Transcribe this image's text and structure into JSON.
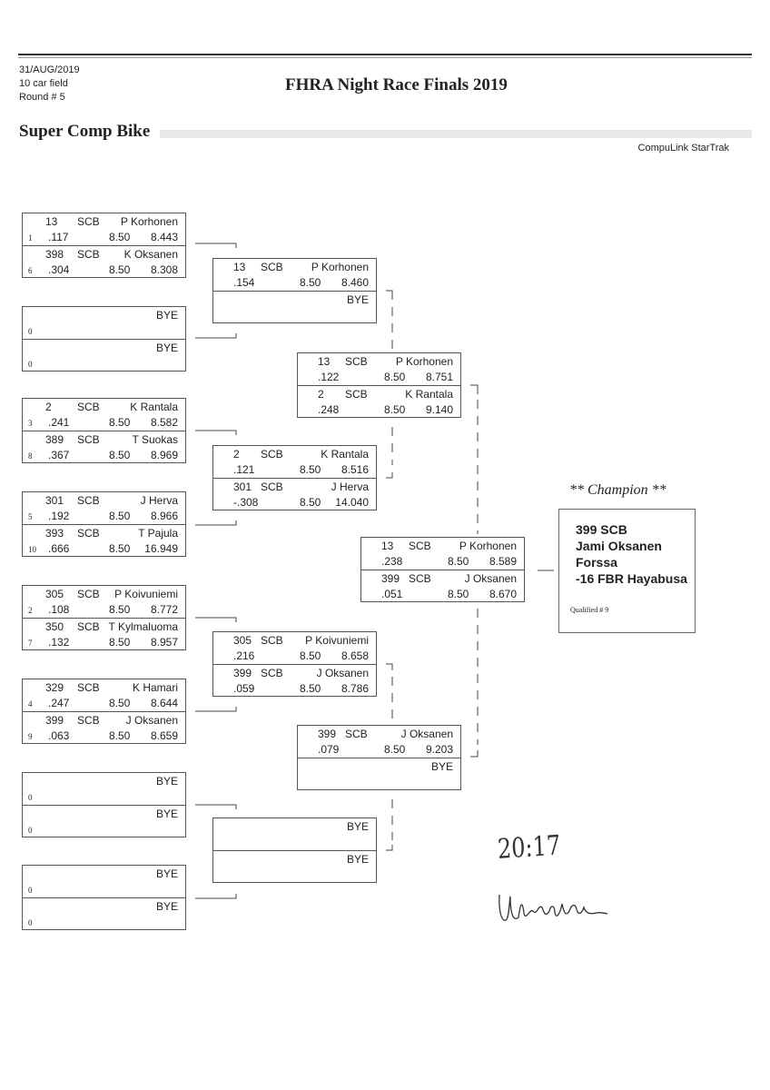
{
  "header": {
    "date": "31/AUG/2019",
    "field": "10 car field",
    "round": "Round # 5",
    "title": "FHRA Night Race Finals 2019",
    "class_name": "Super Comp Bike",
    "software": "CompuLink StarTrak"
  },
  "rounds": [
    {
      "name": "round-1",
      "matches": [
        {
          "top": {
            "car": "13",
            "cls": "SCB",
            "name": "P Korhonen",
            "seed": "1",
            "rt": ".117",
            "dial": "8.50",
            "et": "8.443"
          },
          "bot": {
            "car": "398",
            "cls": "SCB",
            "name": "K Oksanen",
            "seed": "6",
            "rt": ".304",
            "dial": "8.50",
            "et": "8.308"
          }
        },
        {
          "top": {
            "name": "BYE",
            "seed": "0"
          },
          "bot": {
            "name": "BYE",
            "seed": "0"
          }
        },
        {
          "top": {
            "car": "2",
            "cls": "SCB",
            "name": "K Rantala",
            "seed": "3",
            "rt": ".241",
            "dial": "8.50",
            "et": "8.582"
          },
          "bot": {
            "car": "389",
            "cls": "SCB",
            "name": "T Suokas",
            "seed": "8",
            "rt": ".367",
            "dial": "8.50",
            "et": "8.969"
          }
        },
        {
          "top": {
            "car": "301",
            "cls": "SCB",
            "name": "J Herva",
            "seed": "5",
            "rt": ".192",
            "dial": "8.50",
            "et": "8.966"
          },
          "bot": {
            "car": "393",
            "cls": "SCB",
            "name": "T Pajula",
            "seed": "10",
            "rt": ".666",
            "dial": "8.50",
            "et": "16.949"
          }
        },
        {
          "top": {
            "car": "305",
            "cls": "SCB",
            "name": "P Koivuniemi",
            "seed": "2",
            "rt": ".108",
            "dial": "8.50",
            "et": "8.772"
          },
          "bot": {
            "car": "350",
            "cls": "SCB",
            "name": "T Kylmaluoma",
            "seed": "7",
            "rt": ".132",
            "dial": "8.50",
            "et": "8.957"
          }
        },
        {
          "top": {
            "car": "329",
            "cls": "SCB",
            "name": "K Hamari",
            "seed": "4",
            "rt": ".247",
            "dial": "8.50",
            "et": "8.644"
          },
          "bot": {
            "car": "399",
            "cls": "SCB",
            "name": "J Oksanen",
            "seed": "9",
            "rt": ".063",
            "dial": "8.50",
            "et": "8.659"
          }
        },
        {
          "top": {
            "name": "BYE",
            "seed": "0"
          },
          "bot": {
            "name": "BYE",
            "seed": "0"
          }
        },
        {
          "top": {
            "name": "BYE",
            "seed": "0"
          },
          "bot": {
            "name": "BYE",
            "seed": "0"
          }
        }
      ]
    },
    {
      "name": "round-2",
      "matches": [
        {
          "top": {
            "car": "13",
            "cls": "SCB",
            "name": "P Korhonen",
            "rt": ".154",
            "dial": "8.50",
            "et": "8.460"
          },
          "bot": {
            "name": "BYE"
          }
        },
        {
          "top": {
            "car": "2",
            "cls": "SCB",
            "name": "K Rantala",
            "rt": ".121",
            "dial": "8.50",
            "et": "8.516"
          },
          "bot": {
            "car": "301",
            "cls": "SCB",
            "name": "J Herva",
            "rt": "-.308",
            "dial": "8.50",
            "et": "14.040"
          }
        },
        {
          "top": {
            "car": "305",
            "cls": "SCB",
            "name": "P Koivuniemi",
            "rt": ".216",
            "dial": "8.50",
            "et": "8.658"
          },
          "bot": {
            "car": "399",
            "cls": "SCB",
            "name": "J Oksanen",
            "rt": ".059",
            "dial": "8.50",
            "et": "8.786"
          }
        },
        {
          "top": {
            "name": "BYE"
          },
          "bot": {
            "name": "BYE"
          }
        }
      ]
    },
    {
      "name": "semifinal",
      "matches": [
        {
          "top": {
            "car": "13",
            "cls": "SCB",
            "name": "P Korhonen",
            "rt": ".122",
            "dial": "8.50",
            "et": "8.751"
          },
          "bot": {
            "car": "2",
            "cls": "SCB",
            "name": "K Rantala",
            "rt": ".248",
            "dial": "8.50",
            "et": "9.140"
          }
        },
        {
          "top": {
            "car": "399",
            "cls": "SCB",
            "name": "J Oksanen",
            "rt": ".079",
            "dial": "8.50",
            "et": "9.203"
          },
          "bot": {
            "name": "BYE"
          }
        }
      ]
    },
    {
      "name": "final",
      "matches": [
        {
          "top": {
            "car": "13",
            "cls": "SCB",
            "name": "P Korhonen",
            "rt": ".238",
            "dial": "8.50",
            "et": "8.589"
          },
          "bot": {
            "car": "399",
            "cls": "SCB",
            "name": "J Oksanen",
            "rt": ".051",
            "dial": "8.50",
            "et": "8.670"
          }
        }
      ]
    }
  ],
  "champion": {
    "label": "** Champion **",
    "car_class": "399    SCB",
    "name": "Jami Oksanen",
    "town": "Forssa",
    "vehicle": "-16 FBR Hayabusa",
    "qualified": "Qualified # 9"
  },
  "handwriting": {
    "time": "20:17",
    "signature": "Ulonigh"
  }
}
